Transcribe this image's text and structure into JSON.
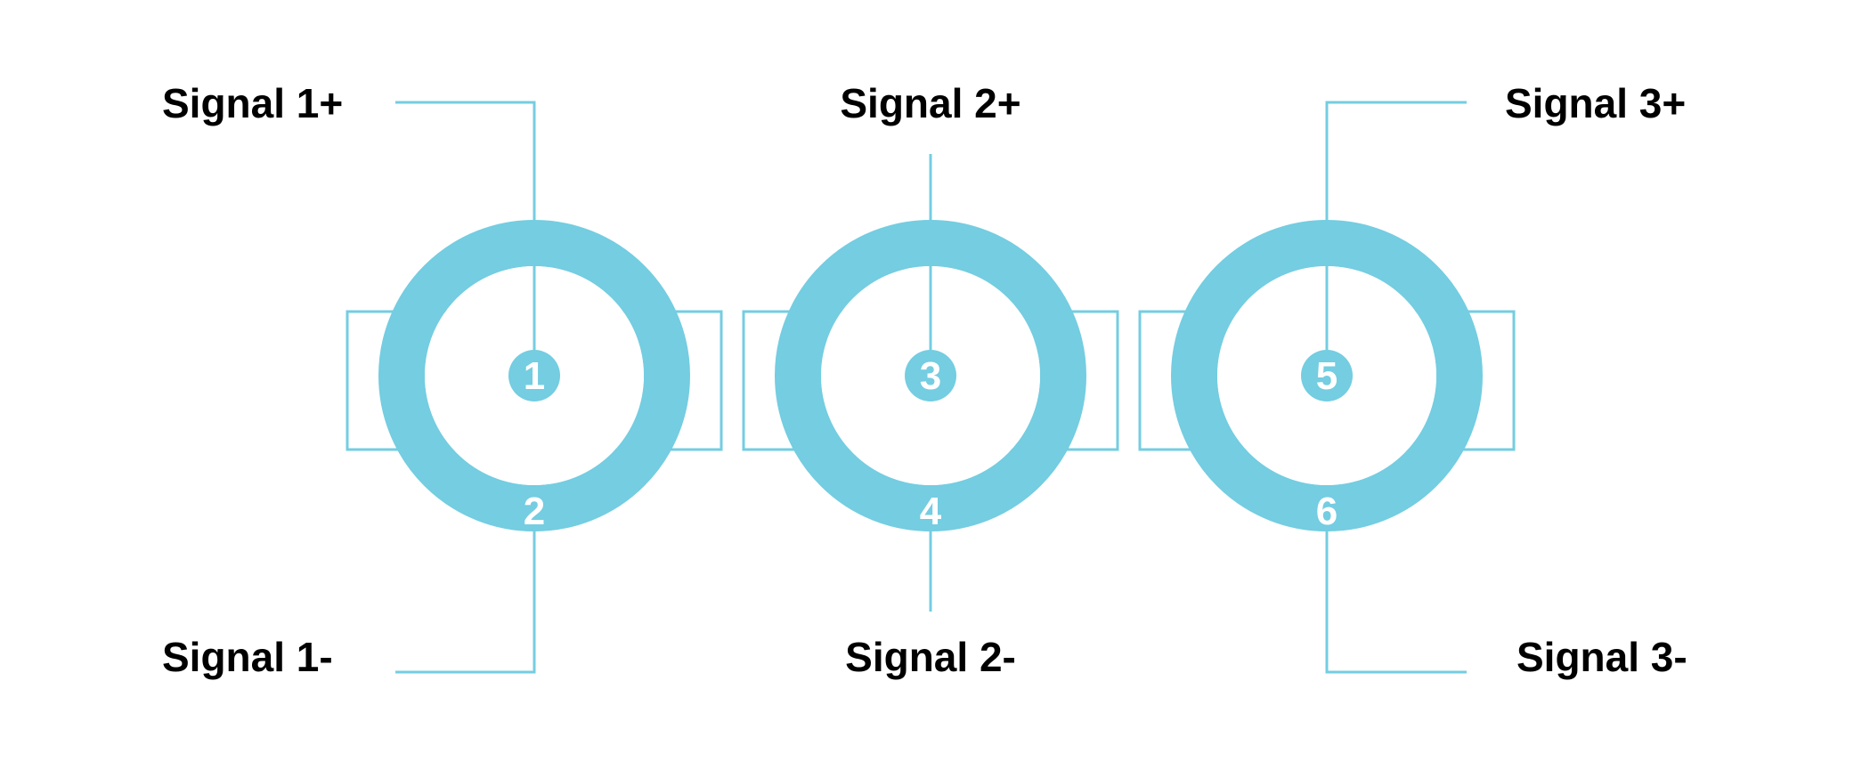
{
  "colors": {
    "accent": "#74CDE1",
    "text": "#000000"
  },
  "connectors": [
    {
      "pin_top": "1",
      "pin_bottom": "2",
      "label_top": "Signal 1+",
      "label_bottom": "Signal 1-"
    },
    {
      "pin_top": "3",
      "pin_bottom": "4",
      "label_top": "Signal 2+",
      "label_bottom": "Signal 2-"
    },
    {
      "pin_top": "5",
      "pin_bottom": "6",
      "label_top": "Signal 3+",
      "label_bottom": "Signal 3-"
    }
  ]
}
